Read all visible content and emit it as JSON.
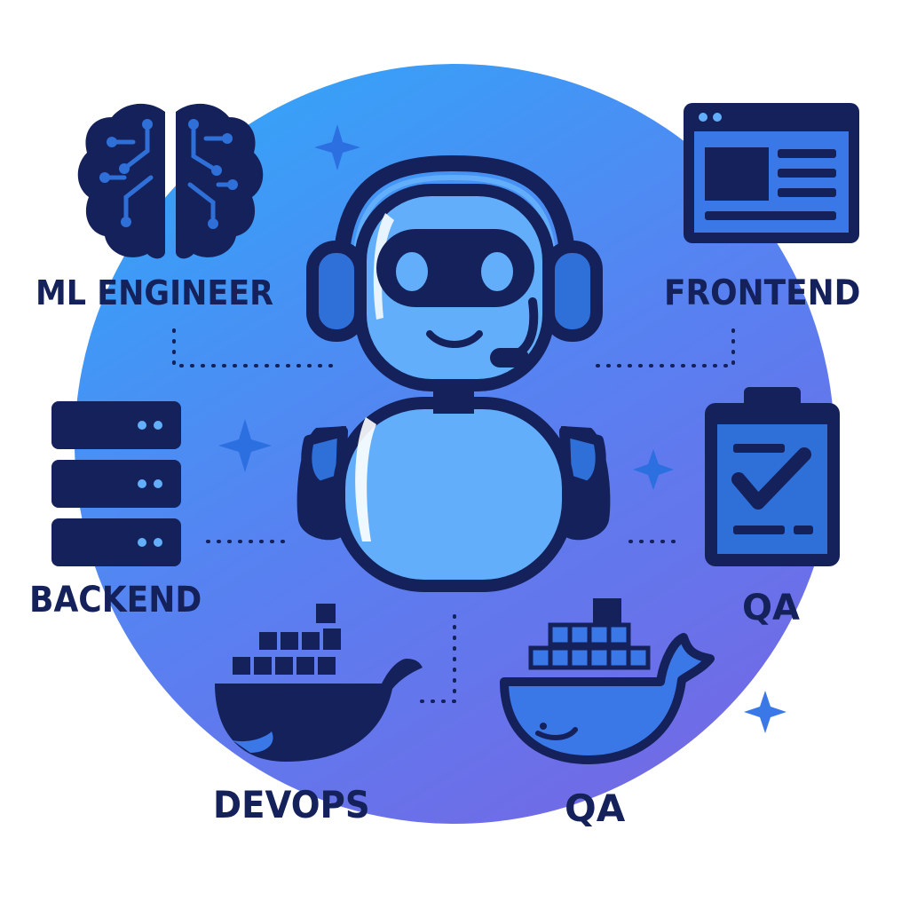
{
  "labels": {
    "ml_engineer": "ML ENGINEER",
    "frontend": "FRONTEND",
    "backend": "BACKEND",
    "qa_top": "QA",
    "devops": "DEVOPS",
    "qa_bottom": "QA"
  },
  "icons": {
    "center": "robot-headset-icon",
    "ml_engineer": "brain-circuit-icon",
    "frontend": "browser-window-icon",
    "backend": "server-stack-icon",
    "qa_top": "clipboard-check-icon",
    "devops": "docker-whale-icon",
    "qa_bottom": "docker-whale-icon",
    "decor": "sparkle-icon"
  },
  "colors": {
    "navy": "#14215a",
    "circle_top": "#38a0f7",
    "circle_bottom": "#6e6ae8",
    "robot_light": "#62aefa",
    "accent_blue": "#2f6fd8"
  }
}
